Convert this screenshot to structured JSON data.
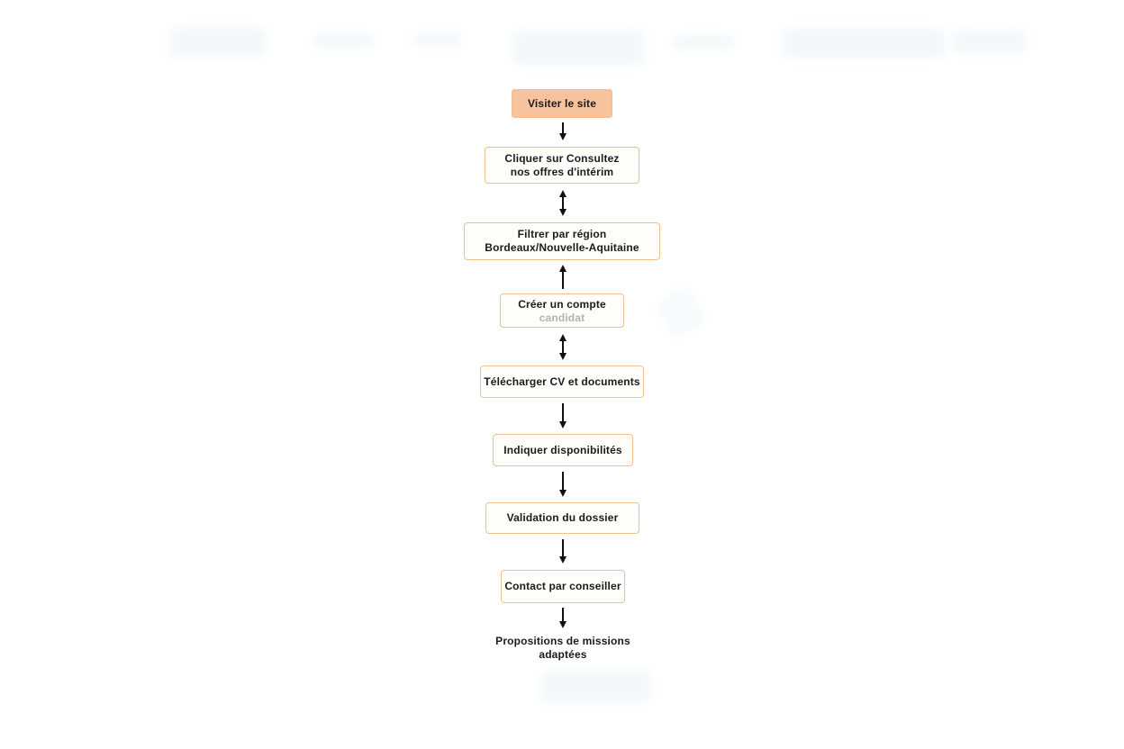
{
  "colors": {
    "highlight_fill": "#f6c39d",
    "box_border": "#efc08d",
    "text": "#1b1b1b",
    "muted_text": "#b5b2ae",
    "arrow": "#111111",
    "background": "#ffffff"
  },
  "flow": {
    "steps": [
      {
        "label": "Visiter le site",
        "type": "highlight"
      },
      {
        "label": "Cliquer sur Consultez\nnos offres d'intérim",
        "type": "outlined"
      },
      {
        "label": "Filtrer par région\nBordeaux/Nouvelle-Aquitaine",
        "type": "outlined"
      },
      {
        "label": "Créer un compte",
        "sublabel": "candidat",
        "type": "outlined"
      },
      {
        "label": "Télécharger CV et documents",
        "type": "outlined"
      },
      {
        "label": "Indiquer disponibilités",
        "type": "outlined"
      },
      {
        "label": "Validation du dossier",
        "type": "outlined"
      },
      {
        "label": "Contact par conseiller",
        "type": "outlined"
      },
      {
        "label": "Propositions de missions\nadaptées",
        "type": "plain"
      }
    ],
    "arrows": [
      {
        "dir": "down"
      },
      {
        "dir": "both"
      },
      {
        "dir": "up"
      },
      {
        "dir": "both"
      },
      {
        "dir": "down"
      },
      {
        "dir": "down"
      },
      {
        "dir": "down"
      },
      {
        "dir": "down"
      }
    ]
  }
}
